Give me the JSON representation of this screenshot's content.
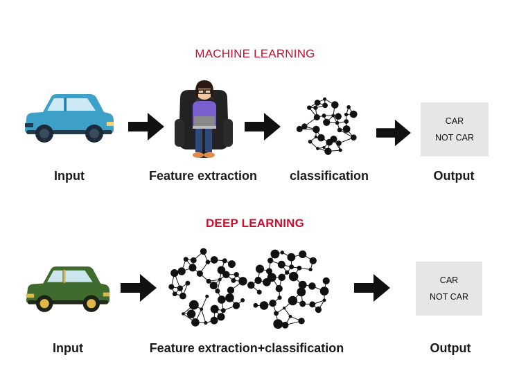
{
  "machine_learning": {
    "title": "MACHINE LEARNING",
    "steps": {
      "input": "Input",
      "feature": "Feature extraction",
      "classification": "classification",
      "output": "Output"
    },
    "output_box": {
      "line1": "CAR",
      "line2": "NOT CAR"
    }
  },
  "deep_learning": {
    "title": "DEEP LEARNING",
    "steps": {
      "input": "Input",
      "feature": "Feature extraction+classification",
      "output": "Output"
    },
    "output_box": {
      "line1": "CAR",
      "line2": "NOT CAR"
    }
  },
  "colors": {
    "title_red": "#c8102e",
    "car_blue": "#3da0c9",
    "car_green": "#3f6b2f",
    "box_gray": "#e6e6e6"
  }
}
